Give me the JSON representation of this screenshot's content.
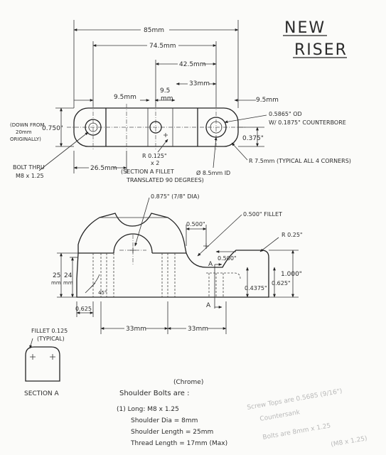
{
  "title": {
    "line1": "NEW",
    "line2": "RISER"
  },
  "top_view": {
    "dim_overall": "85mm",
    "dim_outer_holes": "74.5mm",
    "dim_right_pair": "42.5mm",
    "dim_right_gap": "33mm",
    "dim_left_margin": "9.5mm",
    "dim_mid": "9.5",
    "dim_mid_unit": "mm",
    "dim_right_margin": "9.5mm",
    "dim_height": "0.750\"",
    "note_down_1": "(DOWN FROM",
    "note_down_2": "20mm",
    "note_down_3": "ORIGINALLY)",
    "dim_half_height": "0.375\"",
    "dim_26_5": "26.5mm",
    "bolt_thru_1": "BOLT THRU",
    "bolt_thru_2": "M8 x 1.25",
    "counterbore_1": "0.5865\" OD",
    "counterbore_2": "W/ 0.1875\" COUNTERBORE",
    "radius_1": "R 0.125\"",
    "radius_2": "x 2",
    "section_note_1": "(SECTION A FILLET",
    "section_note_2": "TRANSLATED 90 DEGREES)",
    "hole_dia": "Ø 8.5mm ID",
    "corner_radius": "R 7.5mm (TYPICAL ALL 4 CORNERS)"
  },
  "front_view": {
    "bar_dia": "0.875\" (7/8\" DIA)",
    "fillet": "0.500\" FILLET",
    "dim_0500": "0.500\"",
    "radius_025": "R 0.25\"",
    "dim_0500b": "0.500\"",
    "dim_1000": "1.000\"",
    "dim_04375": "0.4375\"",
    "dim_0625": "0.625\"",
    "dim_25": "25",
    "dim_24": "24",
    "unit_mm": "mm",
    "angle": "45°",
    "dim_0625_bottom": "0.625",
    "dim_33_left": "33mm",
    "dim_33_right": "33mm",
    "section_marker": "A"
  },
  "section_a": {
    "fillet_1": "FILLET 0.125",
    "fillet_2": "(TYPICAL)",
    "label": "SECTION A"
  },
  "notes": {
    "chrome": "(Chrome)",
    "heading": "Shoulder Bolts are :",
    "line1": "(1) Long:  M8 x 1.25",
    "line2": "Shoulder Dia = 8mm",
    "line3": "Shoulder Length = 25mm",
    "line4": "Thread Length = 17mm (Max)",
    "screw_1": "Screw Tops are 0.5685 (9/16\")",
    "screw_2": "Countersank",
    "bolts_1": "Bolts are 8mm x 1.25",
    "bolts_2": "(M8 x 1.25)"
  }
}
